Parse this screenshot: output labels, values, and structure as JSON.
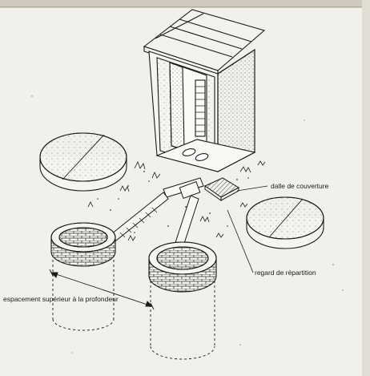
{
  "labels": {
    "cover_slab": "dalle de couverture",
    "distribution_chamber": "regard de répartition",
    "spacing": "espacement supérieur à la profondeur"
  },
  "colors": {
    "paper": "#f2f0ea",
    "ink": "#1a1a1a"
  }
}
